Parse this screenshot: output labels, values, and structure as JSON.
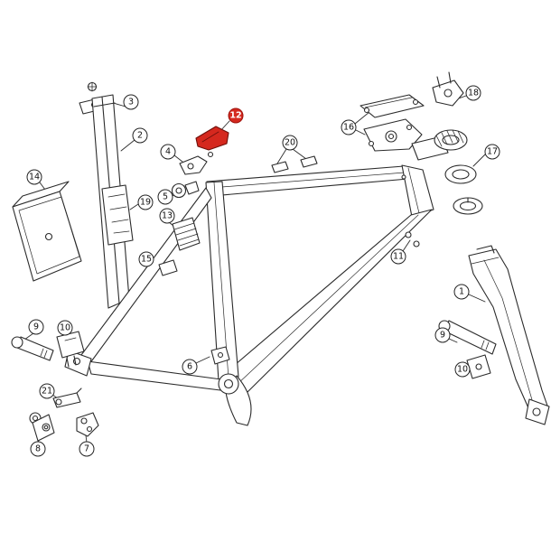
{
  "diagram": {
    "type": "exploded-parts-diagram",
    "subject": "bicycle frameset with numbered part callouts",
    "background_color": "#ffffff",
    "line_color": "#2b2b2b",
    "highlight_color": "#d5281e",
    "highlighted_callout": "12",
    "callouts": [
      {
        "label": "3",
        "highlighted": false
      },
      {
        "label": "2",
        "highlighted": false
      },
      {
        "label": "12",
        "highlighted": true
      },
      {
        "label": "20",
        "highlighted": false
      },
      {
        "label": "16",
        "highlighted": false
      },
      {
        "label": "18",
        "highlighted": false
      },
      {
        "label": "17",
        "highlighted": false
      },
      {
        "label": "14",
        "highlighted": false
      },
      {
        "label": "4",
        "highlighted": false
      },
      {
        "label": "5",
        "highlighted": false
      },
      {
        "label": "19",
        "highlighted": false
      },
      {
        "label": "13",
        "highlighted": false
      },
      {
        "label": "15",
        "highlighted": false
      },
      {
        "label": "11",
        "highlighted": false
      },
      {
        "label": "1",
        "highlighted": false
      },
      {
        "label": "9",
        "highlighted": false
      },
      {
        "label": "10",
        "highlighted": false
      },
      {
        "label": "9",
        "highlighted": false
      },
      {
        "label": "10",
        "highlighted": false
      },
      {
        "label": "21",
        "highlighted": false
      },
      {
        "label": "8",
        "highlighted": false
      },
      {
        "label": "7",
        "highlighted": false
      },
      {
        "label": "6",
        "highlighted": false
      }
    ]
  }
}
